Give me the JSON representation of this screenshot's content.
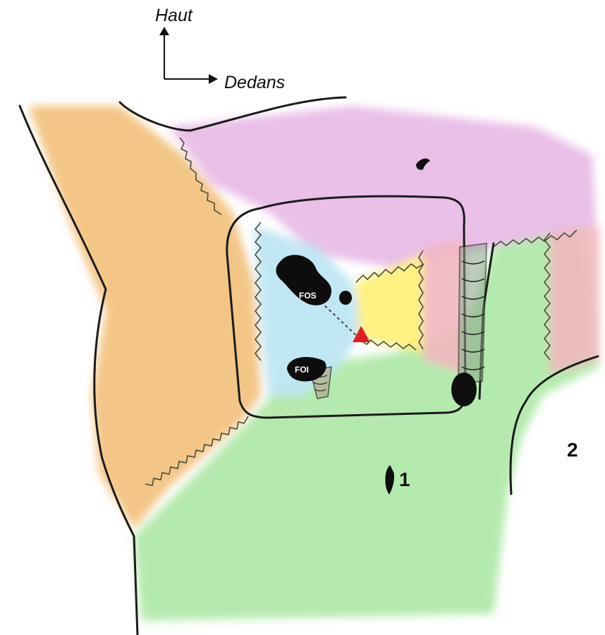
{
  "orientation": {
    "up_label": "Haut",
    "right_label": "Dedans"
  },
  "labels": {
    "fos": "FOS",
    "foi": "FOI",
    "one": "1",
    "two": "2"
  },
  "colors": {
    "orange": "#f2c07a",
    "pink_violet": "#e8b8e6",
    "light_blue": "#bfe6f3",
    "yellow": "#fff07a",
    "rose": "#f2b8c0",
    "green": "#a8e6a0",
    "marker_red": "#e11d24",
    "outline": "#1b1b1b"
  }
}
